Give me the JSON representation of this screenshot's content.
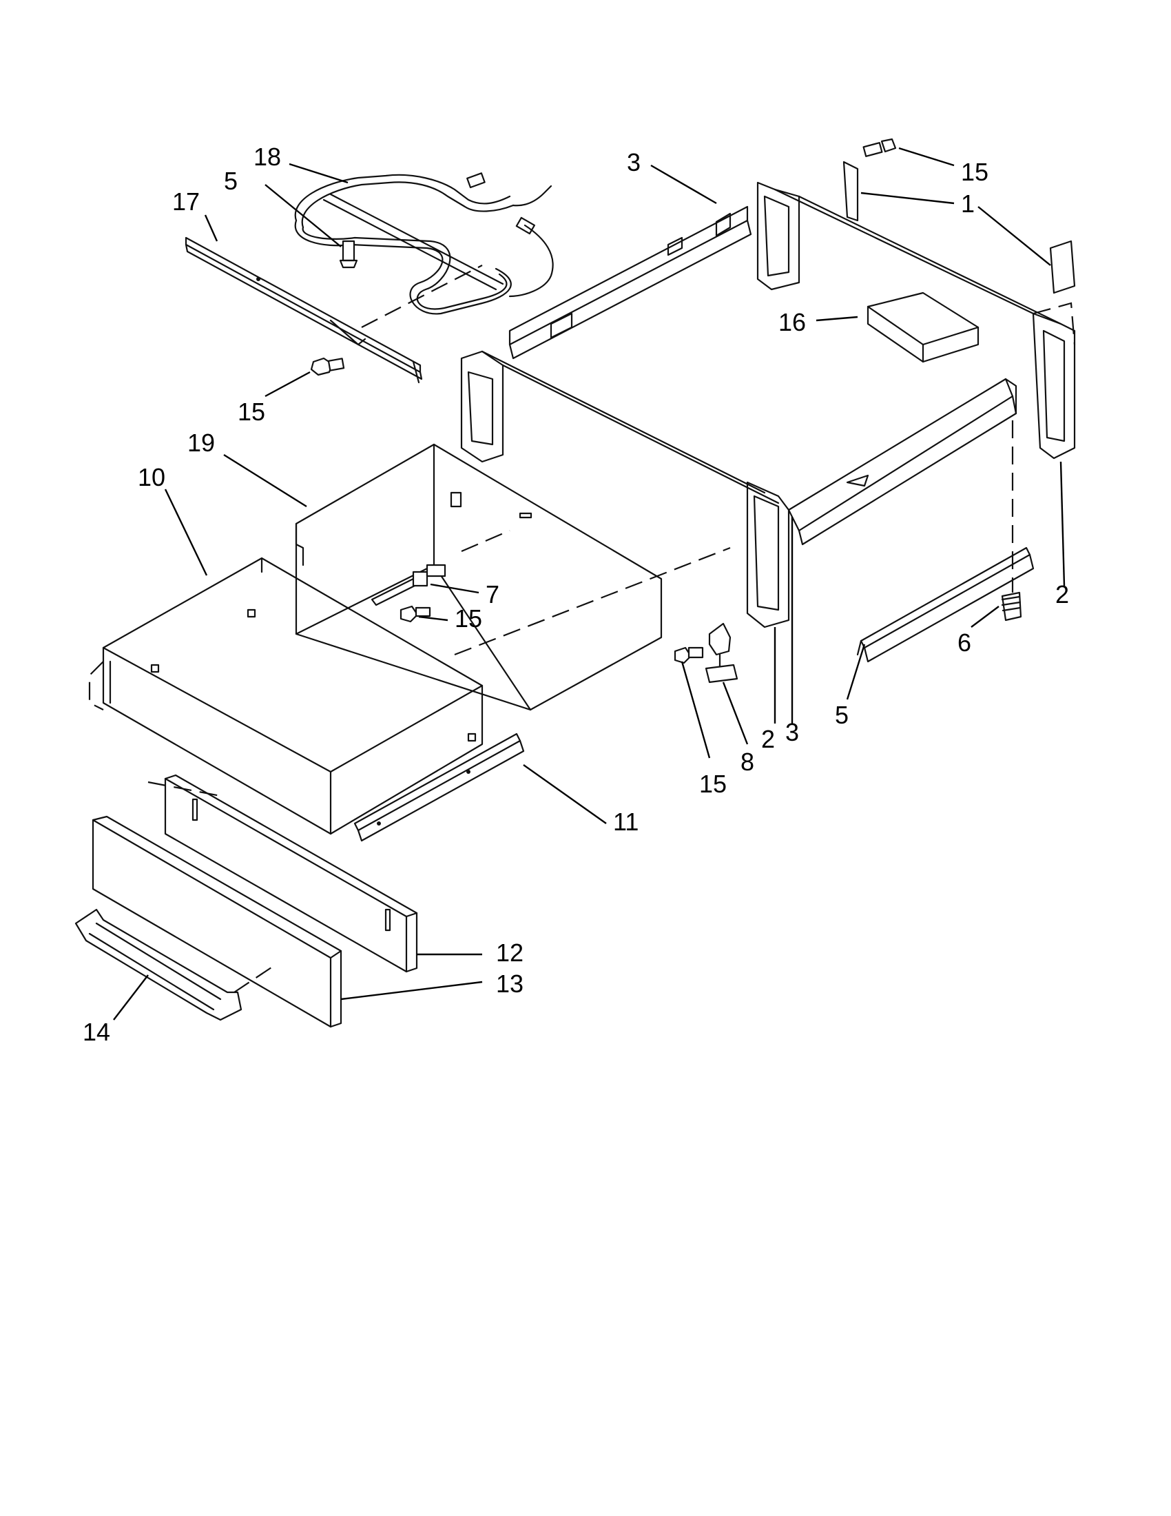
{
  "callouts": [
    {
      "id": "c1",
      "text": "18"
    },
    {
      "id": "c2",
      "text": "5"
    },
    {
      "id": "c3",
      "text": "17"
    },
    {
      "id": "c4",
      "text": "15"
    },
    {
      "id": "c5",
      "text": "3"
    },
    {
      "id": "c6",
      "text": "15"
    },
    {
      "id": "c7",
      "text": "1"
    },
    {
      "id": "c8",
      "text": "16"
    },
    {
      "id": "c9",
      "text": "19"
    },
    {
      "id": "c10",
      "text": "10"
    },
    {
      "id": "c11",
      "text": "7"
    },
    {
      "id": "c12",
      "text": "15"
    },
    {
      "id": "c13",
      "text": "2"
    },
    {
      "id": "c14",
      "text": "6"
    },
    {
      "id": "c15",
      "text": "5"
    },
    {
      "id": "c16",
      "text": "15"
    },
    {
      "id": "c17",
      "text": "8"
    },
    {
      "id": "c18",
      "text": "2"
    },
    {
      "id": "c19",
      "text": "3"
    },
    {
      "id": "c20",
      "text": "11"
    },
    {
      "id": "c21",
      "text": "12"
    },
    {
      "id": "c22",
      "text": "13"
    },
    {
      "id": "c23",
      "text": "14"
    }
  ]
}
